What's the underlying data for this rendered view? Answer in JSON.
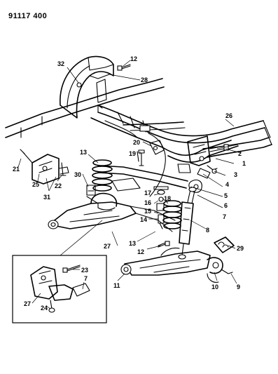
{
  "diagram": {
    "doc_id": "91117 400",
    "callouts": {
      "c1": "1",
      "c2": "2",
      "c3": "3",
      "c4": "4",
      "c5": "5",
      "c6": "6",
      "c7": "7",
      "c8": "8",
      "c9": "9",
      "c10": "10",
      "c11": "11",
      "c12a": "12",
      "c12b": "12",
      "c13a": "13",
      "c13b": "13",
      "c14": "14",
      "c15": "15",
      "c16": "16",
      "c17": "17",
      "c18": "18",
      "c19": "19",
      "c20": "20",
      "c21": "21",
      "c22": "22",
      "c23": "23",
      "c24": "24",
      "c25": "25",
      "c26": "26",
      "c27a": "27",
      "c27b": "27",
      "c28": "28",
      "c29": "29",
      "c30": "30",
      "c31": "31",
      "c32": "32",
      "c7b": "7"
    }
  }
}
